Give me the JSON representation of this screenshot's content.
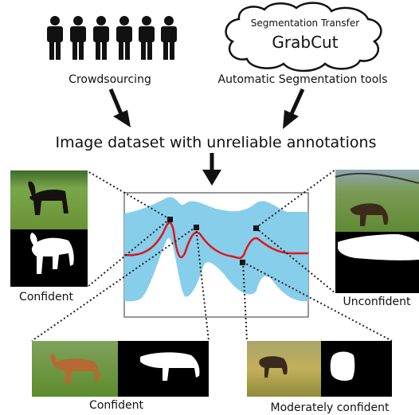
{
  "top": {
    "crowdsourcing_label": "Crowdsourcing",
    "cloud_title": "Segmentation Transfer",
    "cloud_method": "GrabCut",
    "auto_tools_label": "Automatic Segmentation tools"
  },
  "main_title": "Image dataset with unreliable annotations",
  "examples": {
    "top_left": "Confident",
    "top_right": "Unconfident",
    "bottom_left": "Confident",
    "bottom_right": "Moderately confident"
  },
  "colors": {
    "band": "#87ceeb",
    "mean_line": "#e0161c",
    "ink": "#111111",
    "grass": "#6e9a3c",
    "sky": "#9fb9c9"
  },
  "icons": [
    "person-icon",
    "cloud-icon",
    "arrow-down-icon",
    "horse-photo",
    "horse-mask"
  ]
}
